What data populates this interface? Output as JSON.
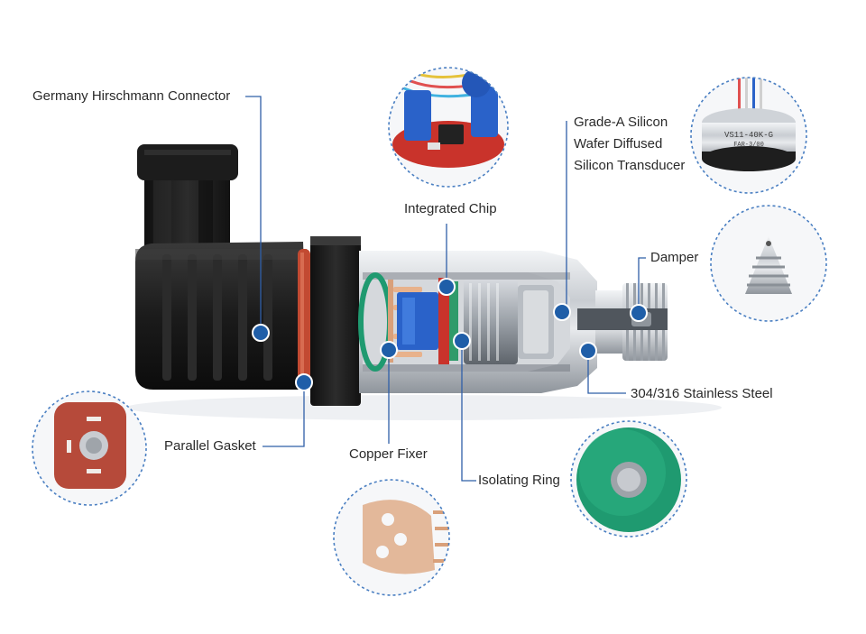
{
  "labels": {
    "connector": "Germany Hirschmann Connector",
    "chip": "Integrated Chip",
    "transducer": [
      "Grade-A Silicon",
      "Wafer Diffused",
      "Silicon Transducer"
    ],
    "damper": "Damper",
    "steel": "304/316 Stainless Steel",
    "gasket": "Parallel Gasket",
    "copper": "Copper Fixer",
    "ring": "Isolating Ring"
  },
  "inset_text": {
    "transducer_marking": [
      "VS11-40K-G",
      "FAR-3/00"
    ]
  },
  "colors": {
    "leader": "#2f5fa8",
    "dot": "#1f5ea8",
    "housing": "#1b1b1b",
    "gasket": "#c24a32",
    "gasket_inset": "#b64a3a",
    "ring_inset": "#1f9a70",
    "copper": "#d9a07a",
    "pcb": "#c9332b",
    "blue_component": "#2a62c9",
    "inset_border": "#4a7fc2"
  }
}
